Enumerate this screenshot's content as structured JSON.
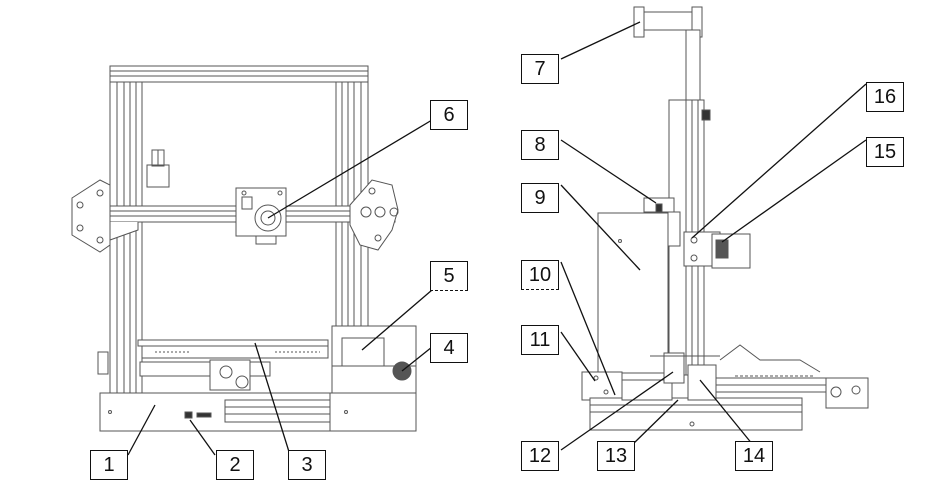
{
  "callouts": {
    "c1": "1",
    "c2": "2",
    "c3": "3",
    "c4": "4",
    "c5": "5",
    "c6": "6",
    "c7": "7",
    "c8": "8",
    "c9": "9",
    "c10": "10",
    "c11": "11",
    "c12": "12",
    "c13": "13",
    "c14": "14",
    "c15": "15",
    "c16": "16"
  },
  "colors": {
    "line": "#111111",
    "frame": "#555555",
    "fill": "#ffffff",
    "shade": "#e6e6e6"
  }
}
